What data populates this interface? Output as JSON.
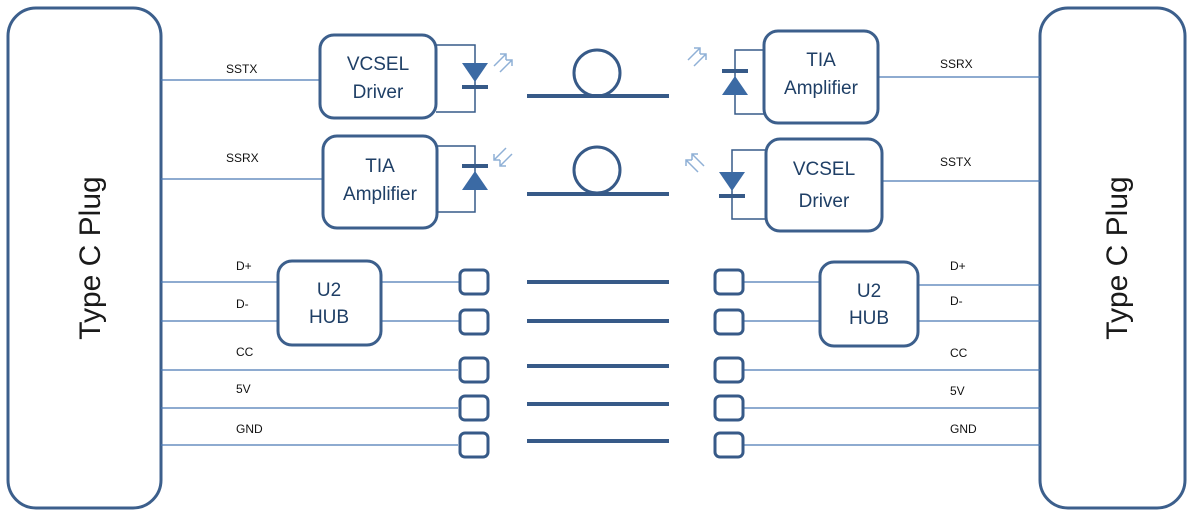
{
  "left_plug": {
    "label": "Type C Plug"
  },
  "right_plug": {
    "label": "Type C Plug"
  },
  "left_blocks": {
    "vcsel_driver": [
      "VCSEL",
      "Driver"
    ],
    "tia_amplifier": [
      "TIA",
      "Amplifier"
    ],
    "u2_hub": [
      "U2",
      "HUB"
    ]
  },
  "right_blocks": {
    "tia_amplifier": [
      "TIA",
      "Amplifier"
    ],
    "vcsel_driver": [
      "VCSEL",
      "Driver"
    ],
    "u2_hub": [
      "U2",
      "HUB"
    ]
  },
  "left_signals": [
    "SSTX",
    "SSRX",
    "D+",
    "D-",
    "CC",
    "5V",
    "GND"
  ],
  "right_signals": [
    "SSRX",
    "SSTX",
    "D+",
    "D-",
    "CC",
    "5V",
    "GND"
  ]
}
